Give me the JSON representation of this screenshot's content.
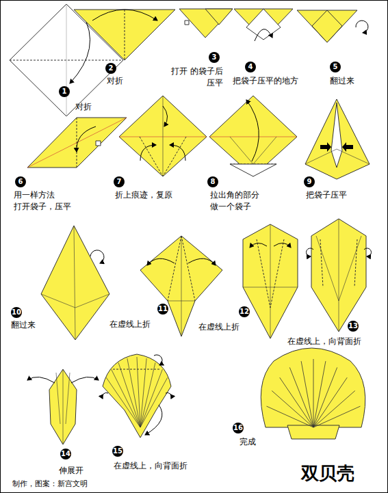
{
  "diagram": {
    "title": "双贝壳",
    "caption": "制作，图案：新宫文明",
    "nodes": [
      {
        "text": [
          "1",
          "对折"
        ]
      },
      {
        "text": [
          "2",
          "对折"
        ]
      },
      {
        "text": [
          "3",
          "打开 的袋子后 压平"
        ]
      },
      {
        "text": [
          "4",
          "把袋子压平的地方"
        ]
      },
      {
        "text": [
          "5",
          "翻过来"
        ]
      },
      {
        "text": [
          "6",
          "用一样方法 打开袋子，压平"
        ]
      },
      {
        "text": [
          "7",
          "折上痕迹，复原"
        ]
      },
      {
        "text": [
          "8",
          "拉出角的部分 做一个袋子"
        ]
      },
      {
        "text": [
          "9",
          "把袋子压平"
        ]
      },
      {
        "text": [
          "10",
          "翻过来"
        ]
      },
      {
        "text": [
          "11",
          "在虚线上折"
        ]
      },
      {
        "text": [
          "12",
          "在虚线上折"
        ]
      },
      {
        "text": [
          "13",
          "在虚线上，向背面折"
        ]
      },
      {
        "text": [
          "14",
          "伸展开"
        ]
      },
      {
        "text": [
          "15",
          "在虚线上，向背面折"
        ]
      },
      {
        "text": [
          "16",
          "完成"
        ]
      }
    ]
  }
}
